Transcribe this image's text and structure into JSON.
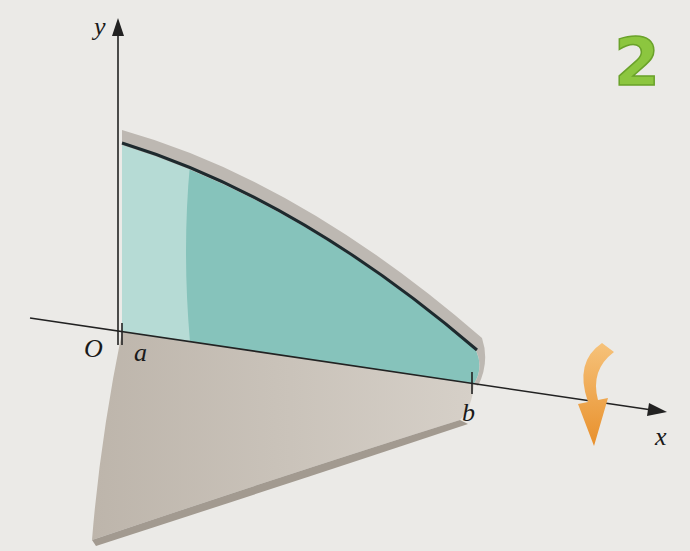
{
  "diagram": {
    "labels": [
      "y",
      "O",
      "a",
      "b",
      "x",
      "2"
    ]
  }
}
